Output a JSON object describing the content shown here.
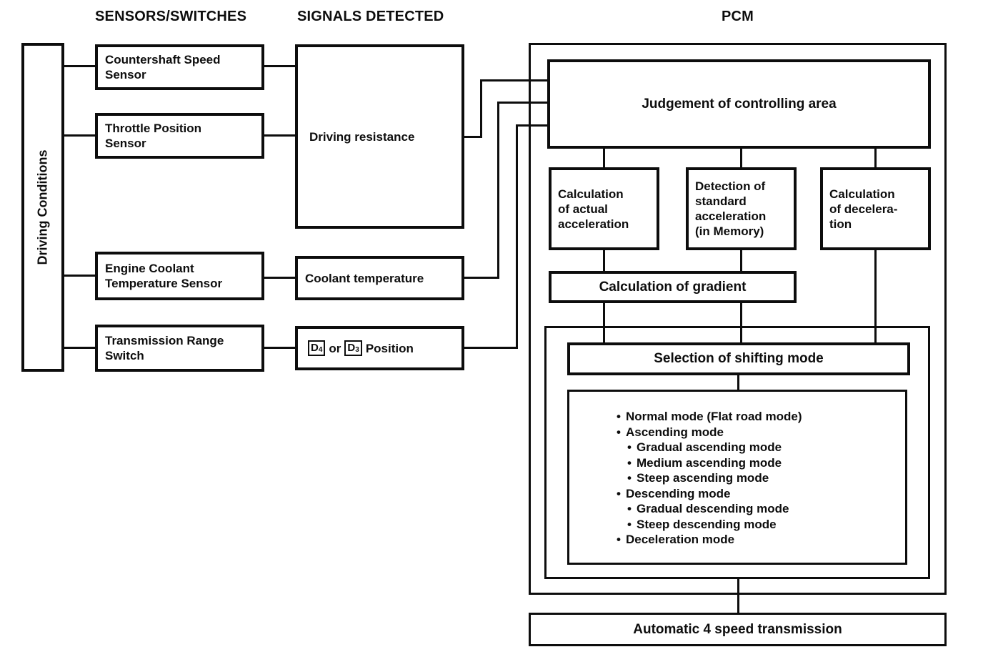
{
  "headers": {
    "sensors_switches": "SENSORS/SWITCHES",
    "signals_detected": "SIGNALS DETECTED",
    "pcm": "PCM"
  },
  "driving_conditions_label": "Driving Conditions",
  "sensors": [
    {
      "lines": [
        "Countershaft Speed",
        "Sensor"
      ]
    },
    {
      "lines": [
        "Throttle Position",
        "Sensor"
      ]
    },
    {
      "lines": [
        "Engine Coolant",
        "Temperature Sensor"
      ]
    },
    {
      "lines": [
        "Transmission Range",
        "Switch"
      ]
    }
  ],
  "signals": {
    "driving_resistance": "Driving resistance",
    "coolant_temperature": "Coolant temperature",
    "position": {
      "d4_letter": "D",
      "d4_subscript": "4",
      "conjunction": "or",
      "d3_letter": "D",
      "d3_subscript": "3",
      "suffix": "Position"
    }
  },
  "pcm": {
    "judgement": "Judgement of controlling area",
    "calc_actual": {
      "lines": [
        "Calculation",
        "of actual",
        "acceleration"
      ]
    },
    "detection_standard": {
      "lines": [
        "Detection of",
        "standard",
        "acceleration",
        "(in Memory)"
      ]
    },
    "calc_deceleration": {
      "lines": [
        "Calculation",
        "of decelera-",
        "tion"
      ]
    },
    "calc_gradient": "Calculation of gradient",
    "selection": "Selection of shifting mode",
    "bullet": "•",
    "modes": [
      {
        "level": 1,
        "text": "Normal mode (Flat road mode)"
      },
      {
        "level": 1,
        "text": "Ascending mode"
      },
      {
        "level": 2,
        "text": "Gradual ascending mode"
      },
      {
        "level": 2,
        "text": "Medium ascending mode"
      },
      {
        "level": 2,
        "text": "Steep ascending mode"
      },
      {
        "level": 1,
        "text": "Descending mode"
      },
      {
        "level": 2,
        "text": "Gradual descending mode"
      },
      {
        "level": 2,
        "text": "Steep descending mode"
      },
      {
        "level": 1,
        "text": "Deceleration mode"
      }
    ],
    "output": "Automatic 4 speed transmission"
  },
  "colors": {
    "ink": "#0d0d0d",
    "background": "#ffffff"
  }
}
